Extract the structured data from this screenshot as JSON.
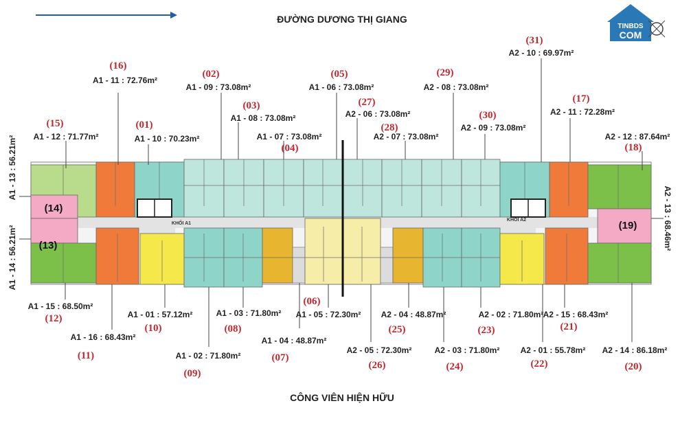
{
  "roads": {
    "top": "ĐƯỜNG DƯƠNG THỊ GIANG",
    "bottom": "CÔNG VIÊN HIỆN HỮU"
  },
  "logo": {
    "line1": "TINBDS",
    "line2": "COM"
  },
  "blocks": {
    "a1": "KHỐI A1",
    "a2": "KHỐI A2"
  },
  "units": [
    {
      "id": "u16",
      "num": "(16)",
      "label": "A1 - 11 : 72.76m²"
    },
    {
      "id": "u15",
      "num": "(15)",
      "label": "A1 - 12 : 71.77m²"
    },
    {
      "id": "u01",
      "num": "(01)",
      "label": "A1 - 10 : 70.23m²"
    },
    {
      "id": "u02",
      "num": "(02)",
      "label": "A1 - 09 : 73.08m²"
    },
    {
      "id": "u03",
      "num": "(03)",
      "label": "A1 - 08 : 73.08m²"
    },
    {
      "id": "u04",
      "num": "(04)",
      "label": "A1 - 07 : 73.08m²"
    },
    {
      "id": "u05",
      "num": "(05)",
      "label": "A1 - 06 : 73.08m²"
    },
    {
      "id": "u27",
      "num": "(27)",
      "label": "A2 - 06 : 73.08m²"
    },
    {
      "id": "u28",
      "num": "(28)",
      "label": "A2 - 07 : 73.08m²"
    },
    {
      "id": "u29",
      "num": "(29)",
      "label": "A2 - 08 : 73.08m²"
    },
    {
      "id": "u30",
      "num": "(30)",
      "label": "A2 - 09 : 73.08m²"
    },
    {
      "id": "u31",
      "num": "(31)",
      "label": "A2 - 10 : 69.97m²"
    },
    {
      "id": "u17",
      "num": "(17)",
      "label": "A2 - 11 : 72.28m²"
    },
    {
      "id": "u18",
      "num": "(18)",
      "label": "A2 - 12 : 87.64m²"
    },
    {
      "id": "u12",
      "num": "(12)",
      "label": "A1 - 15 : 68.50m²"
    },
    {
      "id": "u11",
      "num": "(11)",
      "label": "A1 - 16 : 68.43m²"
    },
    {
      "id": "u10",
      "num": "(10)",
      "label": "A1 - 01 : 57.12m²"
    },
    {
      "id": "u09",
      "num": "(09)",
      "label": "A1 - 02 : 71.80m²"
    },
    {
      "id": "u08",
      "num": "(08)",
      "label": "A1 - 03 : 71.80m²"
    },
    {
      "id": "u07",
      "num": "(07)",
      "label": "A1 - 04 : 48.87m²"
    },
    {
      "id": "u06",
      "num": "(06)",
      "label": "A1 - 05 : 72.30m²"
    },
    {
      "id": "u26",
      "num": "(26)",
      "label": "A2 - 05 : 72.30m²"
    },
    {
      "id": "u25",
      "num": "(25)",
      "label": "A2 - 04 : 48.87m²"
    },
    {
      "id": "u24",
      "num": "(24)",
      "label": "A2 - 03 : 71.80m²"
    },
    {
      "id": "u23",
      "num": "(23)",
      "label": "A2 - 02 : 71.80m²"
    },
    {
      "id": "u22",
      "num": "(22)",
      "label": "A2 - 01 : 55.78m²"
    },
    {
      "id": "u21",
      "num": "(21)",
      "label": "A2 - 15 : 68.43m²"
    },
    {
      "id": "u20",
      "num": "(20)",
      "label": "A2 - 14 : 86.18m²"
    }
  ],
  "side_units": [
    {
      "id": "u14",
      "num": "(14)",
      "label": "A1 - 13 : 56.21m²"
    },
    {
      "id": "u13",
      "num": "(13)",
      "label": "A1 - 14 : 56.21m²"
    },
    {
      "id": "u19",
      "num": "(19)",
      "label": "A2 - 13 : 68.46m²"
    }
  ],
  "colors": {
    "teal": "#8fd4c8",
    "light_teal": "#bfe6dc",
    "orange": "#f07a3a",
    "yellow": "#f5e84a",
    "light_yellow": "#f6eea8",
    "gold": "#e8b530",
    "green": "#7cc04a",
    "pink": "#f4a9c4",
    "light_green": "#b9dc8c",
    "number_red": "#c0282e",
    "corridor": "#e3e3e3"
  }
}
